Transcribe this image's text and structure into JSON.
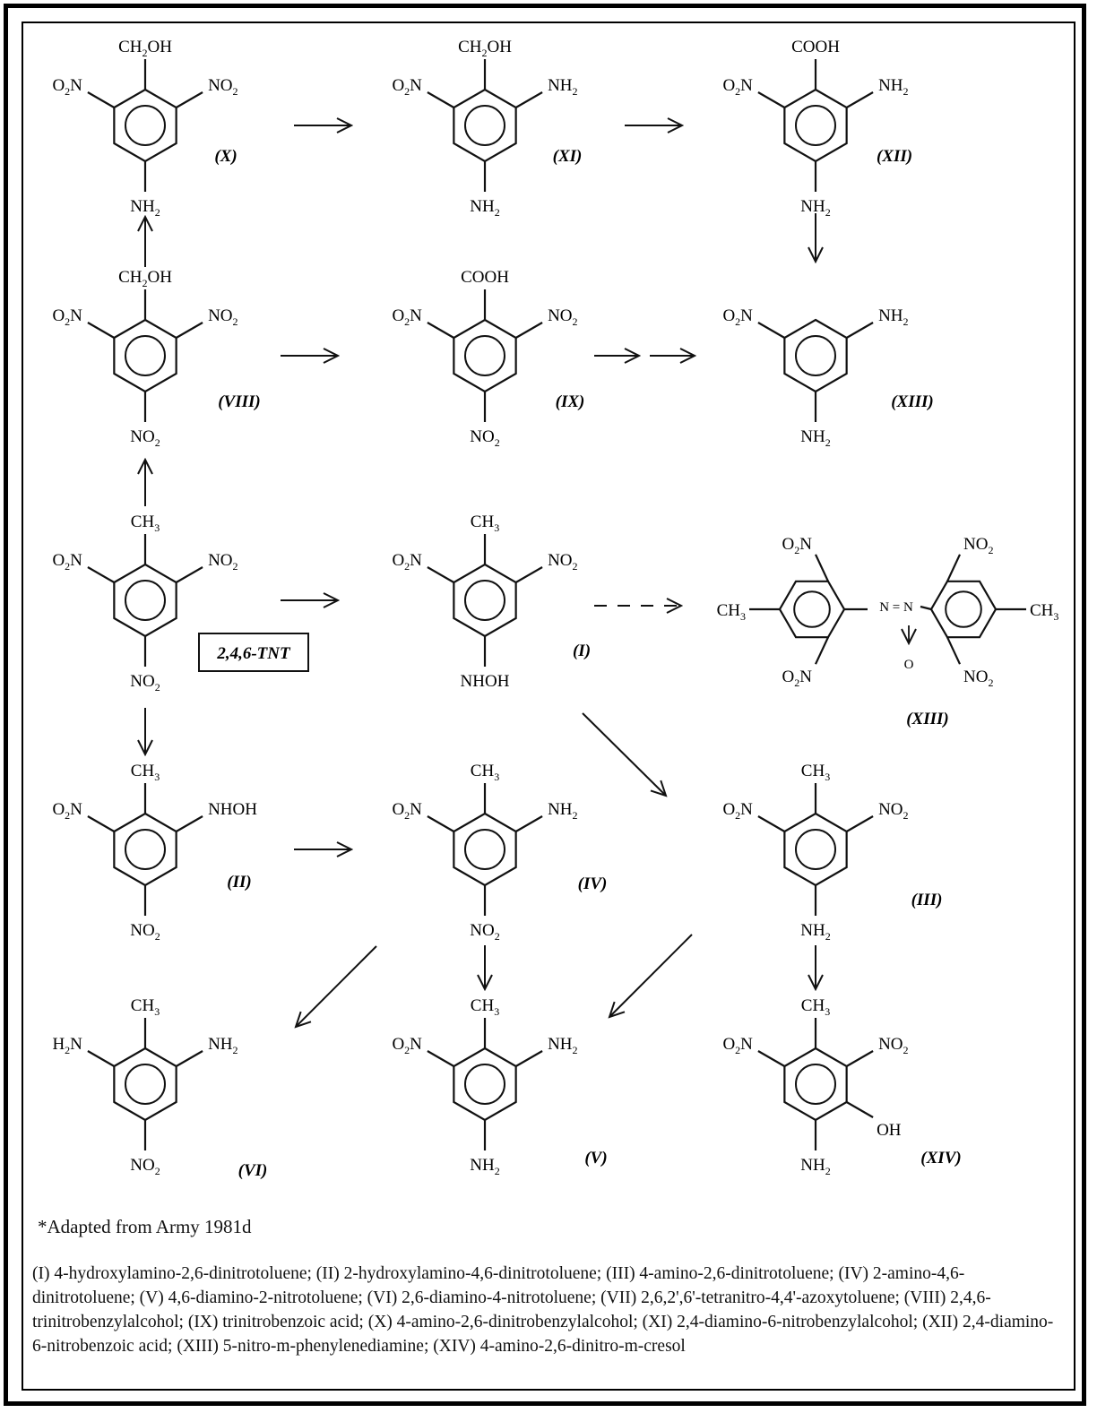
{
  "structures": [
    {
      "id": "X",
      "label": "(X)",
      "top": "CH2OH",
      "left": "O2N",
      "right": "NO2",
      "bottom": "NH2"
    },
    {
      "id": "XI",
      "label": "(XI)",
      "top": "CH2OH",
      "left": "O2N",
      "right": "NH2",
      "bottom": "NH2"
    },
    {
      "id": "XII",
      "label": "(XII)",
      "top": "COOH",
      "left": "O2N",
      "right": "NH2",
      "bottom": "NH2"
    },
    {
      "id": "VIII",
      "label": "(VIII)",
      "top": "CH2OH",
      "left": "O2N",
      "right": "NO2",
      "bottom": "NO2"
    },
    {
      "id": "IX",
      "label": "(IX)",
      "top": "COOH",
      "left": "O2N",
      "right": "NO2",
      "bottom": "NO2"
    },
    {
      "id": "XIII_a",
      "label": "(XIII)",
      "left": "O2N",
      "right": "NH2",
      "bottom": "NH2"
    },
    {
      "id": "TNT",
      "top": "CH3",
      "left": "O2N",
      "right": "NO2",
      "bottom": "NO2"
    },
    {
      "id": "I",
      "label": "(I)",
      "top": "CH3",
      "left": "O2N",
      "right": "NO2",
      "bottom": "NHOH"
    },
    {
      "id": "II",
      "label": "(II)",
      "top": "CH3",
      "left": "O2N",
      "right": "NHOH",
      "bottom": "NO2"
    },
    {
      "id": "IV",
      "label": "(IV)",
      "top": "CH3",
      "left": "O2N",
      "right": "NH2",
      "bottom": "NO2"
    },
    {
      "id": "III",
      "label": "(III)",
      "top": "CH3",
      "left": "O2N",
      "right": "NO2",
      "bottom": "NH2"
    },
    {
      "id": "VI",
      "label": "(VI)",
      "top": "CH3",
      "left": "H2N",
      "right": "NH2",
      "bottom": "NO2"
    },
    {
      "id": "V",
      "label": "(V)",
      "top": "CH3",
      "left": "O2N",
      "right": "NH2",
      "bottom": "NH2"
    },
    {
      "id": "XIV",
      "label": "(XIV)",
      "top": "CH3",
      "left": "O2N",
      "right": "NO2",
      "bottom": "NH2",
      "right_lower": "OH"
    }
  ],
  "azoxy": {
    "label": "(XIII)",
    "left_top": "O2N",
    "left_bottom": "O2N",
    "left_sub": "CH3",
    "right_top": "NO2",
    "right_bottom": "NO2",
    "right_sub": "CH3",
    "linkage": "N = N",
    "oxygen": "O"
  },
  "tnt_box_label": "2,4,6-TNT",
  "footnote": "*Adapted from Army 1981d",
  "legend": "(I) 4-hydroxylamino-2,6-dinitrotoluene; (II) 2-hydroxylamino-4,6-dinitrotoluene; (III) 4-amino-2,6-dinitrotoluene; (IV) 2-amino-4,6-dinitrotoluene; (V) 4,6-diamino-2-nitrotoluene; (VI) 2,6-diamino-4-nitrotoluene; (VII) 2,6,2',6'-tetranitro-4,4'-azoxytoluene; (VIII) 2,4,6-trinitrobenzylalcohol; (IX) trinitrobenzoic acid; (X) 4-amino-2,6-dinitrobenzylalcohol; (XI) 2,4-diamino-6-nitrobenzylalcohol; (XII) 2,4-diamino-6-nitrobenzoic acid; (XIII) 5-nitro-m-phenylenediamine; (XIV) 4-amino-2,6-dinitro-m-cresol"
}
